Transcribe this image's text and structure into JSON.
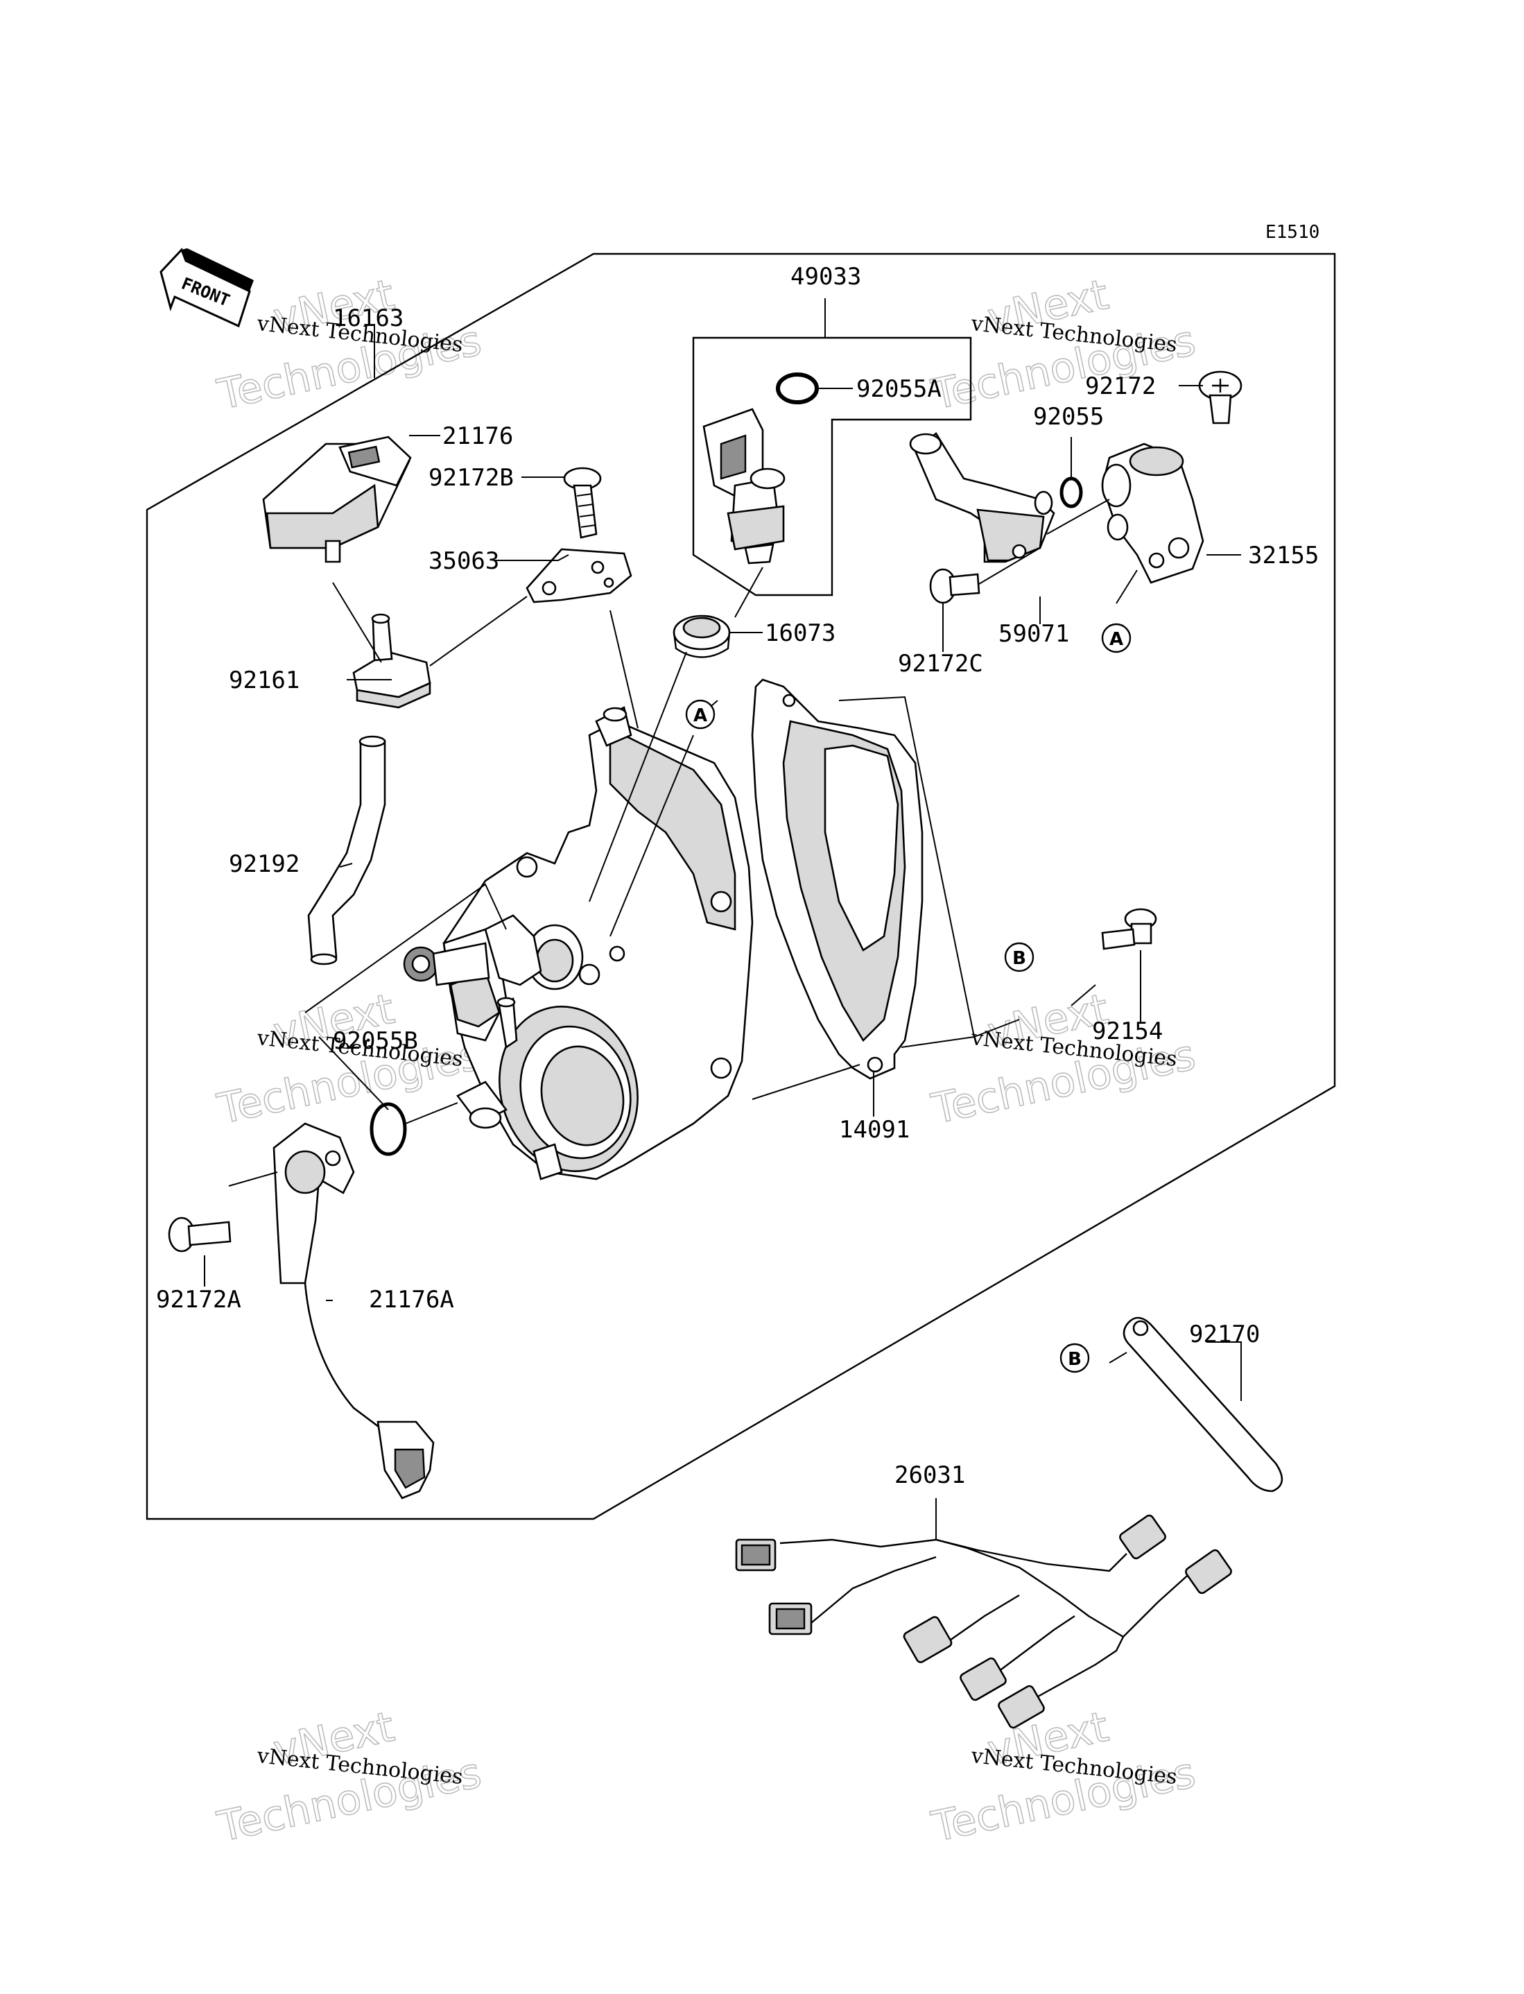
{
  "diagram_code": "E1510",
  "front_label": "FRONT",
  "watermark": {
    "line1": "vNext Technologies",
    "line2": "vNext",
    "line3": "Technologies"
  },
  "parts": {
    "p16163": "16163",
    "p21176": "21176",
    "p92172B": "92172B",
    "p35063": "35063",
    "p92161": "92161",
    "p92192": "92192",
    "p92055B": "92055B",
    "p92172A": "92172A",
    "p21176A": "21176A",
    "p49033": "49033",
    "p92055A": "92055A",
    "p16073": "16073",
    "p92172": "92172",
    "p92055": "92055",
    "p32155": "32155",
    "p59071": "59071",
    "p92172C": "92172C",
    "p14091": "14091",
    "p92154": "92154",
    "p92170": "92170",
    "p26031": "26031"
  },
  "callouts": {
    "a": "A",
    "b": "B"
  }
}
